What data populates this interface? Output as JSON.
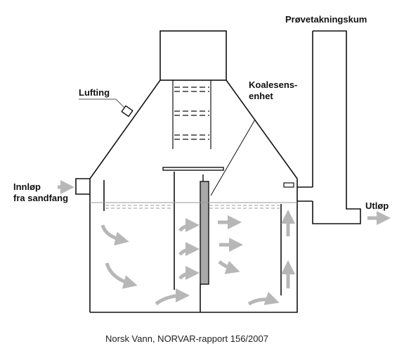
{
  "labels": {
    "sampling_well": "Prøvetakningskum",
    "vent": "Lufting",
    "coalescer_line1": "Koalesens-",
    "coalescer_line2": "enhet",
    "inlet_line1": "Innløp",
    "inlet_line2": "fra sandfang",
    "outlet": "Utløp"
  },
  "caption": "Norsk Vann, NORVAR-rapport 156/2007",
  "colors": {
    "outline": "#111111",
    "water_surface": "#999999",
    "flow_arrow": "#b7b7b7",
    "coalescer_fill": "#a9a9a9",
    "text": "#111111"
  }
}
